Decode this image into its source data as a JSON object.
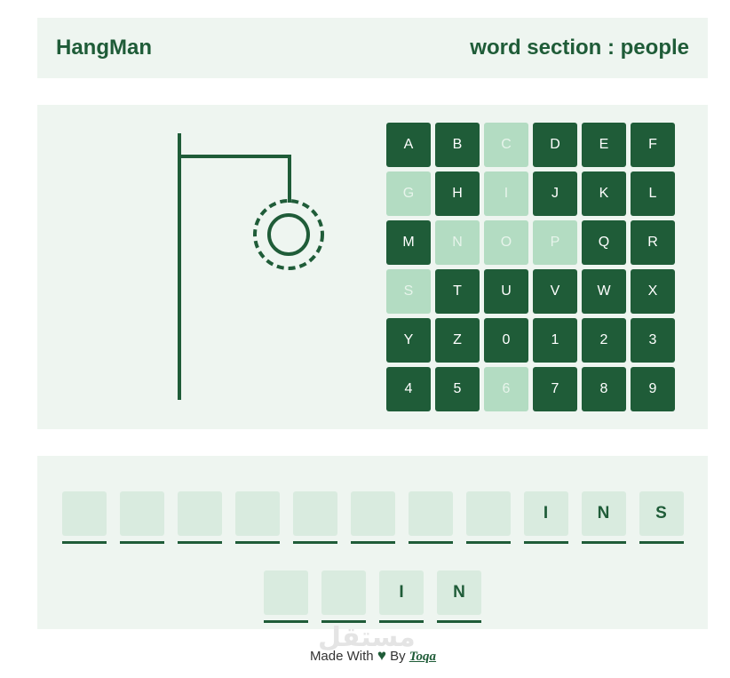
{
  "header": {
    "logo": "HangMan",
    "section_label": "word section : people"
  },
  "letters": [
    {
      "char": "A",
      "used": false
    },
    {
      "char": "B",
      "used": false
    },
    {
      "char": "C",
      "used": true
    },
    {
      "char": "D",
      "used": false
    },
    {
      "char": "E",
      "used": false
    },
    {
      "char": "F",
      "used": false
    },
    {
      "char": "G",
      "used": true
    },
    {
      "char": "H",
      "used": false
    },
    {
      "char": "I",
      "used": true
    },
    {
      "char": "J",
      "used": false
    },
    {
      "char": "K",
      "used": false
    },
    {
      "char": "L",
      "used": false
    },
    {
      "char": "M",
      "used": false
    },
    {
      "char": "N",
      "used": true
    },
    {
      "char": "O",
      "used": true
    },
    {
      "char": "P",
      "used": true
    },
    {
      "char": "Q",
      "used": false
    },
    {
      "char": "R",
      "used": false
    },
    {
      "char": "S",
      "used": true
    },
    {
      "char": "T",
      "used": false
    },
    {
      "char": "U",
      "used": false
    },
    {
      "char": "V",
      "used": false
    },
    {
      "char": "W",
      "used": false
    },
    {
      "char": "X",
      "used": false
    },
    {
      "char": "Y",
      "used": false
    },
    {
      "char": "Z",
      "used": false
    },
    {
      "char": "0",
      "used": false
    },
    {
      "char": "1",
      "used": false
    },
    {
      "char": "2",
      "used": false
    },
    {
      "char": "3",
      "used": false
    },
    {
      "char": "4",
      "used": false
    },
    {
      "char": "5",
      "used": false
    },
    {
      "char": "6",
      "used": true
    },
    {
      "char": "7",
      "used": false
    },
    {
      "char": "8",
      "used": false
    },
    {
      "char": "9",
      "used": false
    }
  ],
  "word_rows": [
    [
      "",
      "",
      "",
      "",
      "",
      "",
      "",
      "",
      "I",
      "N",
      "S"
    ],
    [
      "",
      "",
      "I",
      "N"
    ]
  ],
  "footer": {
    "made_with": "Made With",
    "by": "By",
    "author": "Toqa"
  },
  "watermark": "مستقل",
  "colors": {
    "primary": "#1f5c38",
    "panel": "#eef5f0",
    "used_key": "#b3dcc2",
    "slot": "#d9ebdf"
  }
}
